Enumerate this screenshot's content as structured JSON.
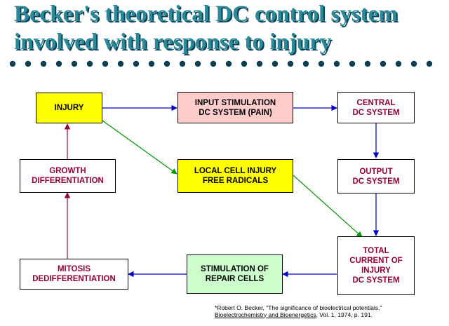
{
  "title": {
    "line1": "Becker's theoretical DC control system",
    "line2": "involved with response to injury"
  },
  "colors": {
    "title": "#2a8a9a",
    "title_shadow": "#0b3e55",
    "dots": "#0b3e55",
    "maroon_text": "#990033",
    "arrow_blue": "#0000cc",
    "arrow_red": "#990033",
    "arrow_green": "#009900",
    "injury_fill": "#ffff00",
    "input_fill": "#ffcccc",
    "repair_fill": "#ccffcc"
  },
  "nodes": {
    "injury": "INJURY",
    "input_stimulation": "INPUT STIMULATION\nDC SYSTEM (PAIN)",
    "central_dc": "CENTRAL\nDC SYSTEM",
    "growth_diff": "GROWTH\nDIFFERENTIATION",
    "local_cell_injury": "LOCAL CELL INJURY\nFREE RADICALS",
    "output_dc": "OUTPUT\nDC SYSTEM",
    "mitosis": "MITOSIS\nDEDIFFERENTIATION",
    "stimulation_repair": "STIMULATION OF\nREPAIR CELLS",
    "total_current": "TOTAL\nCURRENT OF\nINJURY\nDC SYSTEM"
  },
  "citation": {
    "part1": "*Robert O. Becker, \"The significance of bioelectrical potentials,\" ",
    "journal": "Bioelectrochemistry and Bioenergetics",
    "part2": ", Vol. 1, 1974, p. 191."
  }
}
